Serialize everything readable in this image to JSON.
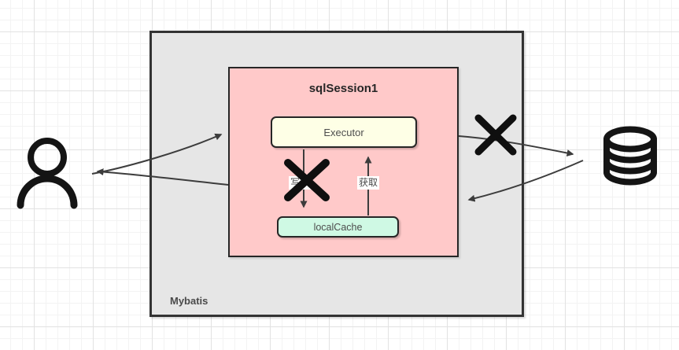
{
  "diagram": {
    "container": {
      "label": "Mybatis"
    },
    "session": {
      "title": "sqlSession1"
    },
    "nodes": {
      "executor": "Executor",
      "local_cache": "localCache"
    },
    "edge_labels": {
      "write": "写入",
      "fetch": "获取"
    },
    "icons": {
      "left_actor": "user-icon",
      "right_store": "database-icon",
      "blocked_marks": "x-mark-icon"
    },
    "colors": {
      "container_fill": "#E6E6E6",
      "session_fill": "#FFC9C9",
      "executor_fill": "#FEFFE6",
      "local_cache_fill": "#CFF9E4",
      "arrow_line": "#3C3C3C",
      "icon_stroke": "#141414",
      "border": "#262626"
    }
  }
}
